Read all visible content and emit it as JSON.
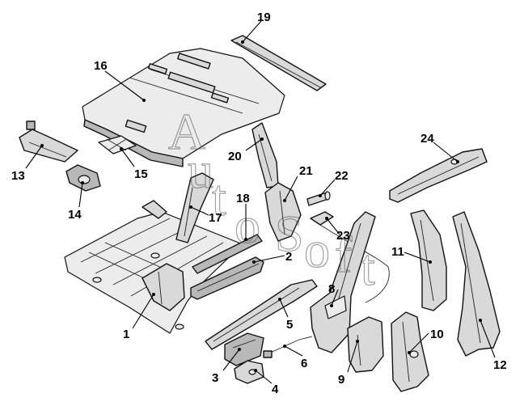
{
  "diagram": {
    "callouts": [
      "1",
      "2",
      "3",
      "4",
      "5",
      "6",
      "8",
      "9",
      "10",
      "11",
      "12",
      "13",
      "14",
      "15",
      "16",
      "17",
      "18",
      "19",
      "20",
      "21",
      "22",
      "23",
      "24"
    ]
  },
  "watermark": {
    "letters": [
      "A",
      "u",
      "t",
      "o",
      "S",
      "o",
      "f",
      "t"
    ]
  },
  "colors": {
    "part_fill": "#d9d9d9",
    "outline": "#111111",
    "background": "#ffffff"
  }
}
